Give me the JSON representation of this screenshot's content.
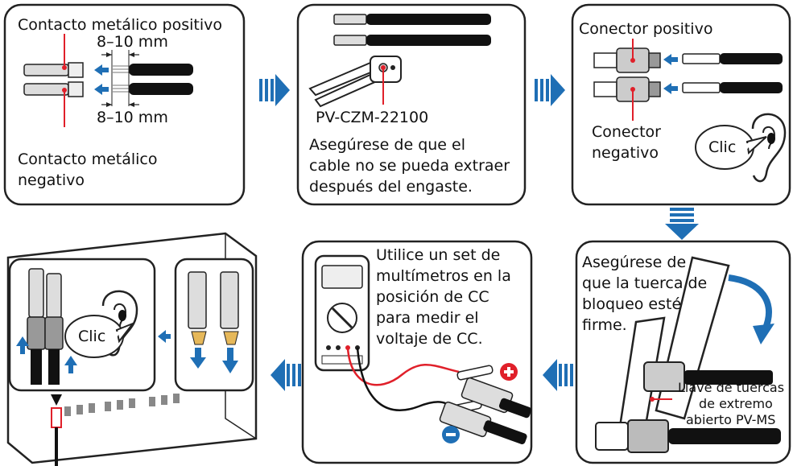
{
  "panel1": {
    "positive_contact": "Contacto metálico positivo",
    "dim_top": "8–10 mm",
    "dim_bottom": "8–10 mm",
    "negative_contact_line1": "Contacto metálico",
    "negative_contact_line2": "negativo"
  },
  "panel2": {
    "tool_model": "PV-CZM-22100",
    "note_line1": "Asegúrese de que el",
    "note_line2": "cable no se pueda extraer",
    "note_line3": "después del engaste."
  },
  "panel3": {
    "positive_connector": "Conector positivo",
    "negative_connector_line1": "Conector",
    "negative_connector_line2": "negativo",
    "click": "Clic"
  },
  "panel4": {
    "note_line1": "Asegúrese de",
    "note_line2": "que la tuerca de",
    "note_line3": "bloqueo esté",
    "note_line4": "firme.",
    "wrench_line1": "Llave de tuercas",
    "wrench_line2": "de extremo",
    "wrench_line3": "abierto PV-MS"
  },
  "panel5": {
    "note_line1": "Utilice un set de",
    "note_line2": "multímetros en la",
    "note_line3": "posición de CC",
    "note_line4": "para medir el",
    "note_line5": "voltaje de CC."
  },
  "panel6": {
    "click": "Clic"
  },
  "colors": {
    "accent_blue": "#1f6fb5",
    "red": "#e0202a",
    "outline": "#222222"
  }
}
